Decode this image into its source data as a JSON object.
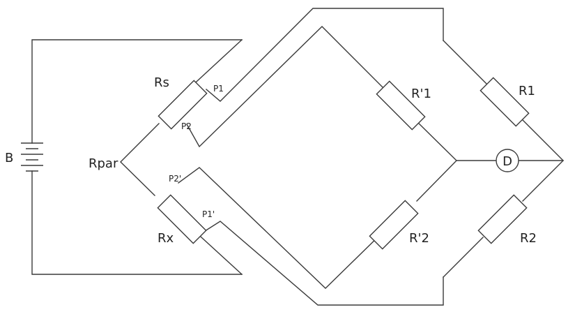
{
  "labels": {
    "battery": "B",
    "r_par": "Rpar",
    "r_s": "Rs",
    "r_x": "Rx",
    "r_prime_1": "R'1",
    "r_prime_2": "R'2",
    "r_1": "R1",
    "r_2": "R2",
    "detector": "D",
    "p1": "P1",
    "p2": "P2",
    "p2_prime": "P2'",
    "p1_prime": "P1'"
  }
}
